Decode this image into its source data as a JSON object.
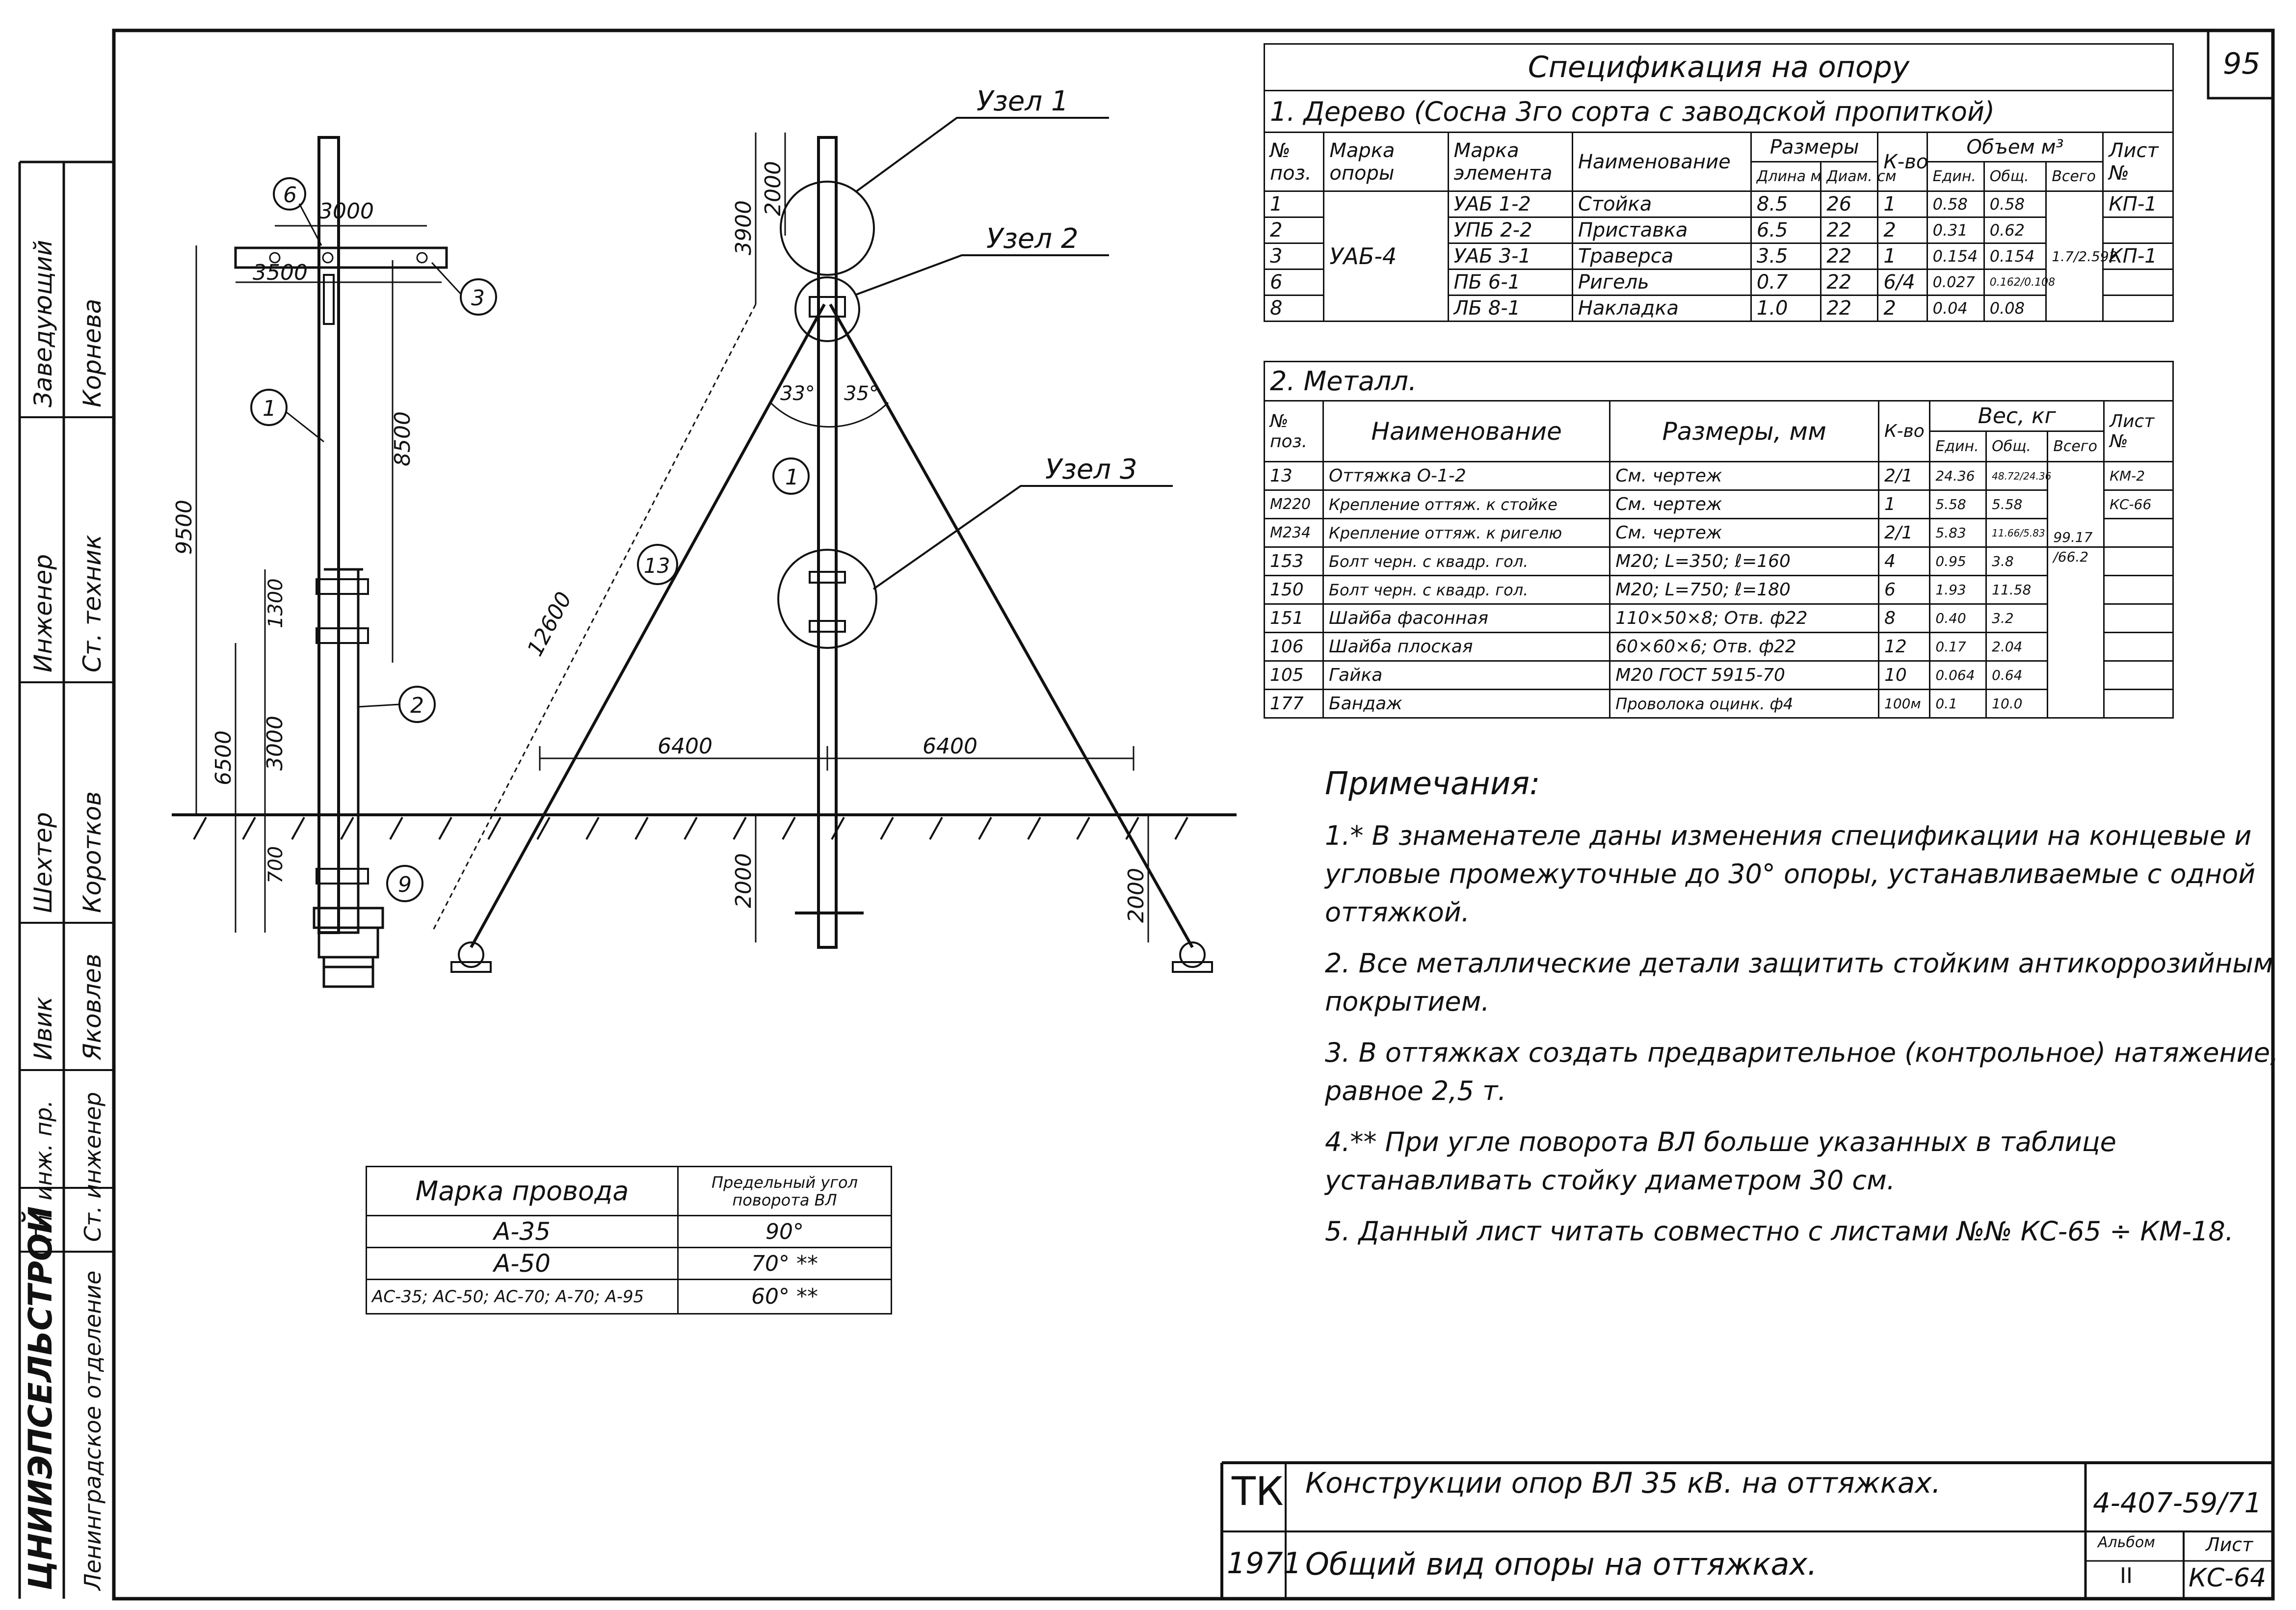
{
  "sheet_number": "95",
  "left_stamp": {
    "org": "ЦНИИЭПСЕЛЬСТРОЙ",
    "department": "Ленинградское отделение",
    "rows": [
      {
        "role": "Гл. инж. пр.",
        "name": "Ивик"
      },
      {
        "role": "Ст. инженер",
        "name": "Яковлев"
      },
      {
        "role": "Инженер",
        "name": "Шехтер"
      },
      {
        "role": "Ст. техник",
        "name": "Корнева"
      },
      {
        "role": "Заведующий",
        "name": "Коротков"
      }
    ]
  },
  "drawing": {
    "side_view": {
      "dim_3000": "3000",
      "dim_3500": "3500",
      "dim_8500": "8500",
      "dim_9500": "9500",
      "dim_1300": "1300",
      "dim_6500": "6500",
      "dim_3000b": "3000",
      "dim_700": "700",
      "pos_6": "6",
      "pos_3": "3",
      "pos_1": "1",
      "pos_2": "2",
      "pos_9": "9"
    },
    "front_view": {
      "node1": "Узел 1",
      "node2": "Узел 2",
      "node3": "Узел 3",
      "dim_3900": "3900",
      "dim_2000": "2000",
      "angle_left": "33°",
      "angle_right": "35°",
      "dim_12600": "12600",
      "dim_6400a": "6400",
      "dim_6400b": "6400",
      "dim_2000a": "2000",
      "dim_2000b": "2000",
      "pos_1": "1",
      "pos_13": "13"
    }
  },
  "spec": {
    "title": "Спецификация на опору",
    "wood_section": "1. Дерево (Сосна 3го сорта с заводской пропиткой)",
    "wood_headers": {
      "pos": "№ поз.",
      "brand": "Марка опоры",
      "element": "Марка элемента",
      "name": "Наименование",
      "sizes": "Размеры",
      "length": "Длина м",
      "diam": "Диам. см",
      "qty": "К-во",
      "volume": "Объем м³",
      "unit": "Един.",
      "total": "Общ.",
      "all": "Всего",
      "sheet": "Лист №"
    },
    "wood_brand": "УАБ-4",
    "wood_all_total": "1.7/2.592",
    "wood_rows": [
      {
        "pos": "1",
        "element": "УАБ 1-2",
        "name": "Стойка",
        "length": "8.5",
        "diam": "26",
        "qty": "1",
        "unit": "0.58",
        "total": "0.58",
        "sheet": "КП-1"
      },
      {
        "pos": "2",
        "element": "УПБ 2-2",
        "name": "Приставка",
        "length": "6.5",
        "diam": "22",
        "qty": "2",
        "unit": "0.31",
        "total": "0.62",
        "sheet": ""
      },
      {
        "pos": "3",
        "element": "УАБ 3-1",
        "name": "Траверса",
        "length": "3.5",
        "diam": "22",
        "qty": "1",
        "unit": "0.154",
        "total": "0.154",
        "sheet": "КП-1"
      },
      {
        "pos": "6",
        "element": "ПБ 6-1",
        "name": "Ригель",
        "length": "0.7",
        "diam": "22",
        "qty": "6/4",
        "unit": "0.027",
        "total": "0.162/0.108",
        "sheet": ""
      },
      {
        "pos": "8",
        "element": "ЛБ 8-1",
        "name": "Накладка",
        "length": "1.0",
        "diam": "22",
        "qty": "2",
        "unit": "0.04",
        "total": "0.08",
        "sheet": ""
      }
    ],
    "metal_section": "2. Металл.",
    "metal_headers": {
      "pos": "№ поз.",
      "name": "Наименование",
      "sizes": "Размеры, мм",
      "qty": "К-во",
      "weight": "Вес, кг",
      "unit": "Един.",
      "total": "Общ.",
      "all": "Всего",
      "sheet": "Лист №"
    },
    "metal_all_total_1": "99.17",
    "metal_all_total_2": "/66.2",
    "metal_rows": [
      {
        "pos": "13",
        "name": "Оттяжка О-1-2",
        "sizes": "См. чертеж",
        "qty": "2/1",
        "unit": "24.36",
        "total": "48.72/24.36",
        "sheet": "КМ-2"
      },
      {
        "pos": "М220",
        "name": "Крепление оттяж. к стойке",
        "sizes": "См. чертеж",
        "qty": "1",
        "unit": "5.58",
        "total": "5.58",
        "sheet": "КС-66"
      },
      {
        "pos": "М234",
        "name": "Крепление оттяж. к ригелю",
        "sizes": "См. чертеж",
        "qty": "2/1",
        "unit": "5.83",
        "total": "11.66/5.83",
        "sheet": ""
      },
      {
        "pos": "153",
        "name": "Болт черн. с квадр. гол.",
        "sizes": "М20; L=350; ℓ=160",
        "qty": "4",
        "unit": "0.95",
        "total": "3.8",
        "sheet": ""
      },
      {
        "pos": "150",
        "name": "Болт черн. с квадр. гол.",
        "sizes": "М20; L=750; ℓ=180",
        "qty": "6",
        "unit": "1.93",
        "total": "11.58",
        "sheet": ""
      },
      {
        "pos": "151",
        "name": "Шайба фасонная",
        "sizes": "110×50×8; Отв. ф22",
        "qty": "8",
        "unit": "0.40",
        "total": "3.2",
        "sheet": ""
      },
      {
        "pos": "106",
        "name": "Шайба плоская",
        "sizes": "60×60×6; Отв. ф22",
        "qty": "12",
        "unit": "0.17",
        "total": "2.04",
        "sheet": ""
      },
      {
        "pos": "105",
        "name": "Гайка",
        "sizes": "М20 ГОСТ 5915-70",
        "qty": "10",
        "unit": "0.064",
        "total": "0.64",
        "sheet": ""
      },
      {
        "pos": "177",
        "name": "Бандаж",
        "sizes": "Проволока оцинк. ф4",
        "qty": "100м",
        "unit": "0.1",
        "total": "10.0",
        "sheet": ""
      }
    ]
  },
  "notes": {
    "title": "Примечания:",
    "items": [
      "1.* В знаменателе даны изменения спецификации на концевые и угловые промежуточные до 30° опоры, устанавливаемые с одной оттяжкой.",
      "2. Все металлические детали защитить стойким антикоррозийным покрытием.",
      "3. В оттяжках создать предварительное (контрольное) натяжение, равное 2,5 т.",
      "4.** При угле поворота ВЛ больше указанных в таблице устанавливать стойку диаметром 30 см.",
      "5. Данный лист читать совместно с листами №№ КС-65 ÷ КМ-18."
    ]
  },
  "wire_table": {
    "header_brand": "Марка провода",
    "header_angle": "Предельный угол поворота ВЛ",
    "rows": [
      {
        "brand": "А-35",
        "angle": "90°"
      },
      {
        "brand": "А-50",
        "angle": "70° **"
      },
      {
        "brand": "АС-35; АС-50; АС-70; А-70; А-95",
        "angle": "60° **"
      }
    ]
  },
  "title_block": {
    "tk": "ТК",
    "year": "1971",
    "title_line1": "Конструкции опор ВЛ 35 кВ. на оттяжках.",
    "title_line2": "Общий вид опоры на оттяжках.",
    "code": "4-407-59/71",
    "album_label": "Альбом",
    "album_value": "II",
    "sheet_label": "Лист",
    "sheet_value": "КС-64"
  }
}
